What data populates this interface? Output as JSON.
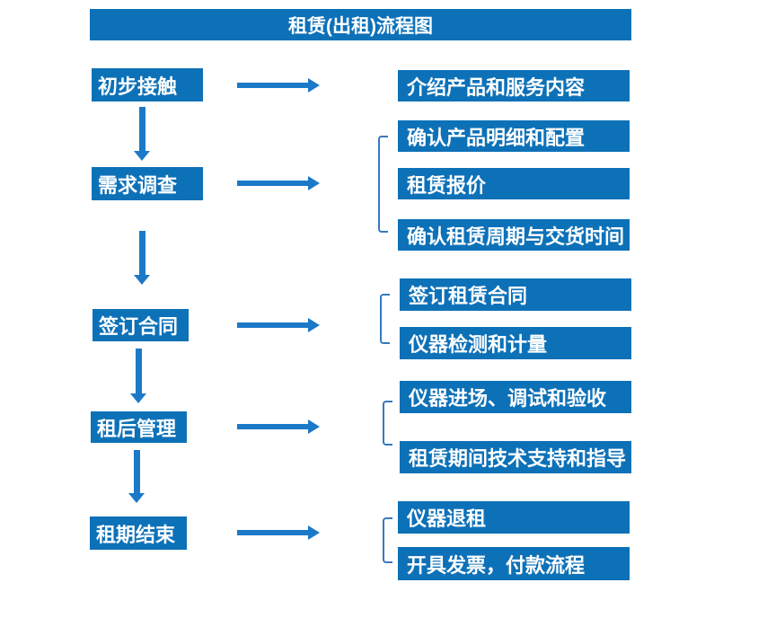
{
  "title": "租赁(出租)流程图",
  "colors": {
    "box": "#0d71b8",
    "arrow": "#1b79c8",
    "bracket": "#3579bf",
    "text": "#ffffff",
    "background": "#ffffff"
  },
  "stages": [
    {
      "id": "initial-contact",
      "label": "初步接触",
      "outputs": [
        "介绍产品和服务内容"
      ]
    },
    {
      "id": "demand-survey",
      "label": "需求调查",
      "outputs": [
        "确认产品明细和配置",
        "租赁报价",
        "确认租赁周期与交货时间"
      ]
    },
    {
      "id": "sign-contract",
      "label": "签订合同",
      "outputs": [
        "签订租赁合同",
        "仪器检测和计量"
      ]
    },
    {
      "id": "post-rental-management",
      "label": "租后管理",
      "outputs": [
        "仪器进场、调试和验收",
        "租赁期间技术支持和指导"
      ]
    },
    {
      "id": "lease-end",
      "label": "租期结束",
      "outputs": [
        "仪器退租",
        "开具发票，付款流程"
      ]
    }
  ]
}
